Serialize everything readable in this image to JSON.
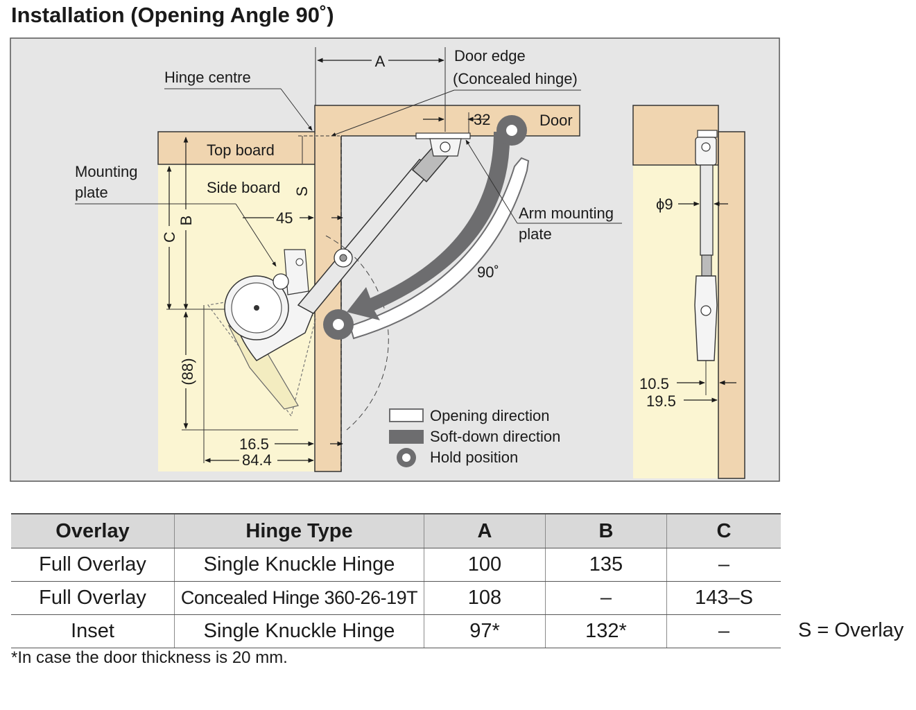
{
  "title": "Installation (Opening Angle 90˚)",
  "diagram": {
    "labels": {
      "hinge_centre": "Hinge centre",
      "door_edge": "Door edge",
      "concealed_hinge": "(Concealed hinge)",
      "door": "Door",
      "top_board": "Top board",
      "side_board": "Side board",
      "mounting_plate_1": "Mounting",
      "mounting_plate_2": "plate",
      "arm_mounting_plate_1": "Arm mounting",
      "arm_mounting_plate_2": "plate",
      "angle": "90˚"
    },
    "dimensions": {
      "a": "A",
      "b": "B",
      "c": "C",
      "s": "S",
      "d32": "32",
      "d45": "45",
      "d88": "(88)",
      "d16_5": "16.5",
      "d84_4": "84.4",
      "phi9": "ϕ9",
      "d10_5": "10.5",
      "d19_5": "19.5"
    },
    "legend": {
      "opening": "Opening direction",
      "soft_down": "Soft-down direction",
      "hold": "Hold position"
    },
    "colors": {
      "panel": "#e6e6e6",
      "wood": "#f0d5b0",
      "cabinet": "#fbf5d2",
      "arrow": "#6d6d6f"
    }
  },
  "table": {
    "headers": [
      "Overlay",
      "Hinge Type",
      "A",
      "B",
      "C"
    ],
    "rows": [
      [
        "Full Overlay",
        "Single Knuckle Hinge",
        "100",
        "135",
        "–"
      ],
      [
        "Full Overlay",
        "Concealed Hinge 360-26-19T",
        "108",
        "–",
        "143–S"
      ],
      [
        "Inset",
        "Single Knuckle Hinge",
        "97*",
        "132*",
        "–"
      ]
    ]
  },
  "footnote": "*In case the door thickness is 20 mm.",
  "s_note": "S = Overlay"
}
